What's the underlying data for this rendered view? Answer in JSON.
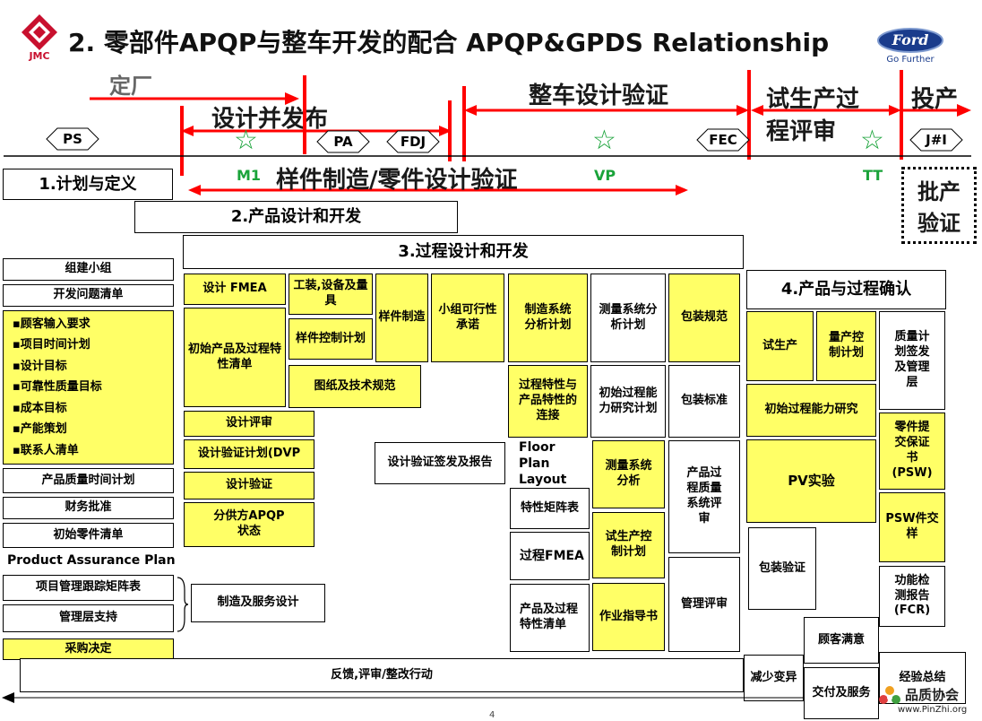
{
  "header": {
    "title": "2. 零部件APQP与整车开发的配合 APQP&GPDS Relationship",
    "left_logo_text": "JMC",
    "right_logo_text": "Ford",
    "right_logo_tagline": "Go Further"
  },
  "timeline": {
    "ding_chang": "定厂",
    "design_release": "设计并发布",
    "vehicle_validation": "整车设计验证",
    "trial_review_line1": "试生产过",
    "trial_review_line2": "程评审",
    "production": "投产",
    "sample_validation": "样件制造/零件设计验证",
    "milestones": [
      "PS",
      "PA",
      "FDJ",
      "FEC",
      "J#I"
    ],
    "stars": [
      "M1",
      "VP",
      "TT"
    ],
    "batch_validation_line1": "批产",
    "batch_validation_line2": "验证"
  },
  "phases": {
    "p1": "1.计划与定义",
    "p2": "2.产品设计和开发",
    "p3": "3.过程设计和开发",
    "p4": "4.产品与过程确认"
  },
  "col1": {
    "form_team": "组建小组",
    "issues_list": "开发问题清单",
    "inputs": [
      "▪顾客输入要求",
      "▪项目时间计划",
      "▪设计目标",
      "▪可靠性质量目标",
      "▪成本目标",
      "▪产能策划",
      "▪联系人清单"
    ],
    "quality_timing": "产品质量时间计划",
    "finance_approval": "财务批准",
    "initial_parts_list": "初始零件清单",
    "product_assurance_plan": "Product Assurance Plan",
    "tracking_matrix": "项目管理跟踪矩阵表",
    "mgmt_support": "管理层支持",
    "sourcing_decision": "采购决定",
    "mfg_service_design": "制造及服务设计"
  },
  "col2": {
    "design_fmea": "设计 FMEA",
    "tooling": "工装,设备及量具",
    "sample_control_plan": "样件控制计划",
    "initial_characteristics": "初始产品及过程特性清单",
    "drawings": "图纸及技术规范",
    "design_review": "设计评审",
    "dvp": "设计验证计划(DVP",
    "design_verification": "设计验证",
    "supplier_apqp": "分供方APQP 状态",
    "sample_mfg": "样件制造",
    "feasibility": "小组可行性承诺",
    "design_signoff": "设计验证签发及报告"
  },
  "col3": {
    "mfg_flow": "制造系统分析计划",
    "char_link": "过程特性与产品特性的连接",
    "floor_plan": "Floor Plan Layout",
    "char_matrix": "特性矩阵表",
    "pfmea": "过程FMEA",
    "char_list": "产品及过程特性清单",
    "msa_plan": "测量系统分析计划",
    "initial_capability_plan": "初始过程能力研究计划",
    "msa": "测量系统分析",
    "prelaunch_control": "试生产控制计划",
    "work_instructions": "作业指导书",
    "packaging_spec": "包装规范",
    "packaging_std": "包装标准",
    "quality_system_review": "产品过程质量系统评审",
    "mgmt_review": "管理评审"
  },
  "col4": {
    "trial_run": "试生产",
    "production_control_plan": "量产控制计划",
    "quality_plan": "质量计划签发及管理层",
    "initial_capability": "初始过程能力研究",
    "psw": "零件提交保证书(PSW)",
    "pv_test": "PV实验",
    "psw_sample": "PSW件交样",
    "packaging_validation": "包装验证",
    "fcr": "功能检测报告(FCR)",
    "customer_satisfaction": "顾客满意",
    "reduce_variation": "减少变异",
    "delivery_service": "交付及服务",
    "lessons_learned": "经验总结"
  },
  "footer": {
    "feedback": "反馈,评审/整改行动",
    "page_num": "4",
    "watermark_name": "品质协会",
    "watermark_url": "www.PinZhi.org"
  },
  "colors": {
    "yellow": "#ffff66",
    "red": "#ff0000",
    "green": "#1aa33a",
    "ford_blue": "#1a3c8c",
    "jmc_red": "#c8102e"
  }
}
